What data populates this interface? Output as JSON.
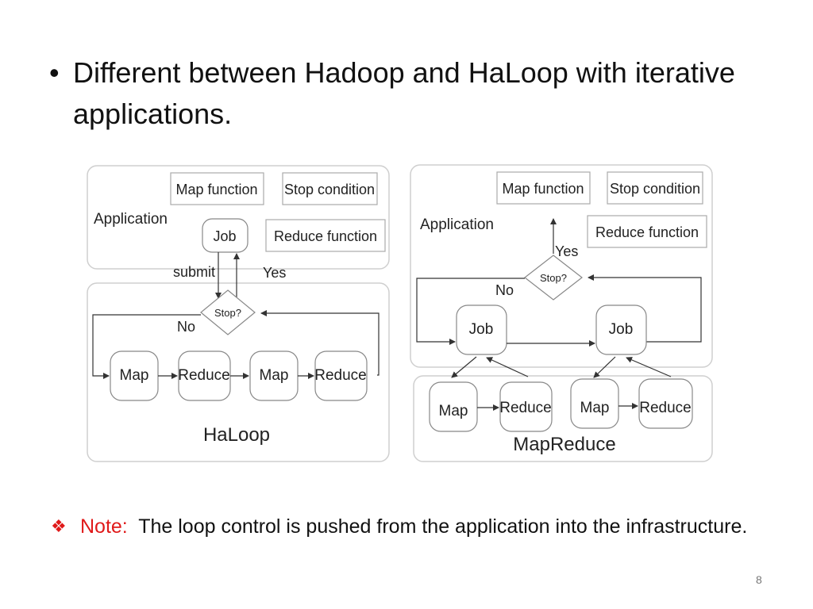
{
  "slide": {
    "bullet_glyph": "•",
    "bullet_text": "Different between Hadoop and HaLoop with iterative applications.",
    "note_glyph": "❖",
    "note_label": "Note:",
    "note_text": "The loop control is pushed from the application into the infrastructure.",
    "page_number": "8"
  },
  "haloop": {
    "title": "HaLoop",
    "application_label": "Application",
    "map_function": "Map function",
    "stop_condition": "Stop condition",
    "job": "Job",
    "reduce_function": "Reduce function",
    "submit": "submit",
    "yes": "Yes",
    "stop": "Stop?",
    "no": "No",
    "map_1": "Map",
    "reduce_1": "Reduce",
    "map_2": "Map",
    "reduce_2": "Reduce"
  },
  "mapreduce": {
    "title": "MapReduce",
    "application_label": "Application",
    "map_function": "Map function",
    "stop_condition": "Stop condition",
    "reduce_function": "Reduce function",
    "yes": "Yes",
    "stop": "Stop?",
    "no": "No",
    "job_1": "Job",
    "job_2": "Job",
    "map_1": "Map",
    "reduce_1": "Reduce",
    "map_2": "Map",
    "reduce_2": "Reduce"
  }
}
